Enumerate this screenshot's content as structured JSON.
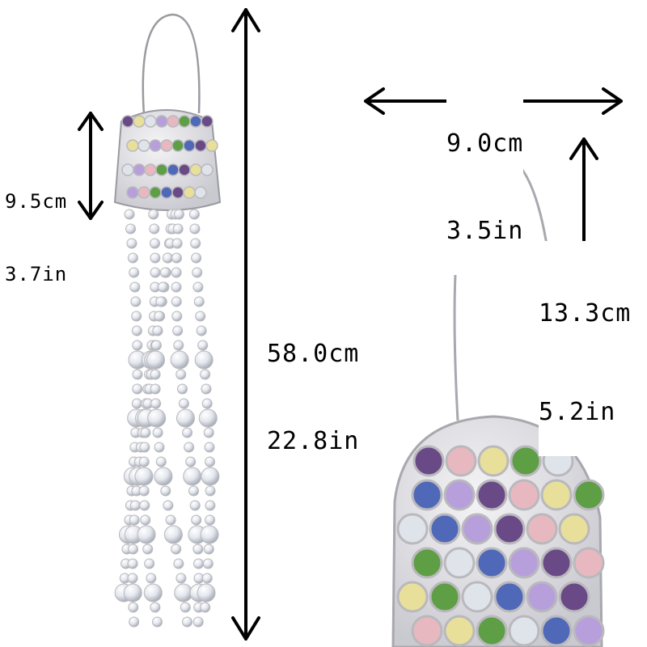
{
  "product_photo": {
    "full_height": {
      "cm": "58.0cm",
      "in": "22.8in"
    },
    "shade_height": {
      "cm": "9.5cm",
      "in": "3.7in"
    },
    "shade_width": {
      "cm": "9.0cm",
      "in": "3.5in"
    },
    "hanger_height": {
      "cm": "13.3cm",
      "in": "5.2in"
    }
  },
  "colors": {
    "arrow": "#000000",
    "metal": "#b9b9bd",
    "crystal": "#dfe3ea",
    "gem_purple": "#6a4a86",
    "gem_lilac": "#b79fdc",
    "gem_green": "#5e9e45",
    "gem_yellow": "#e7df9a",
    "gem_blue": "#4f68b8",
    "gem_pink": "#e8b8c0"
  }
}
